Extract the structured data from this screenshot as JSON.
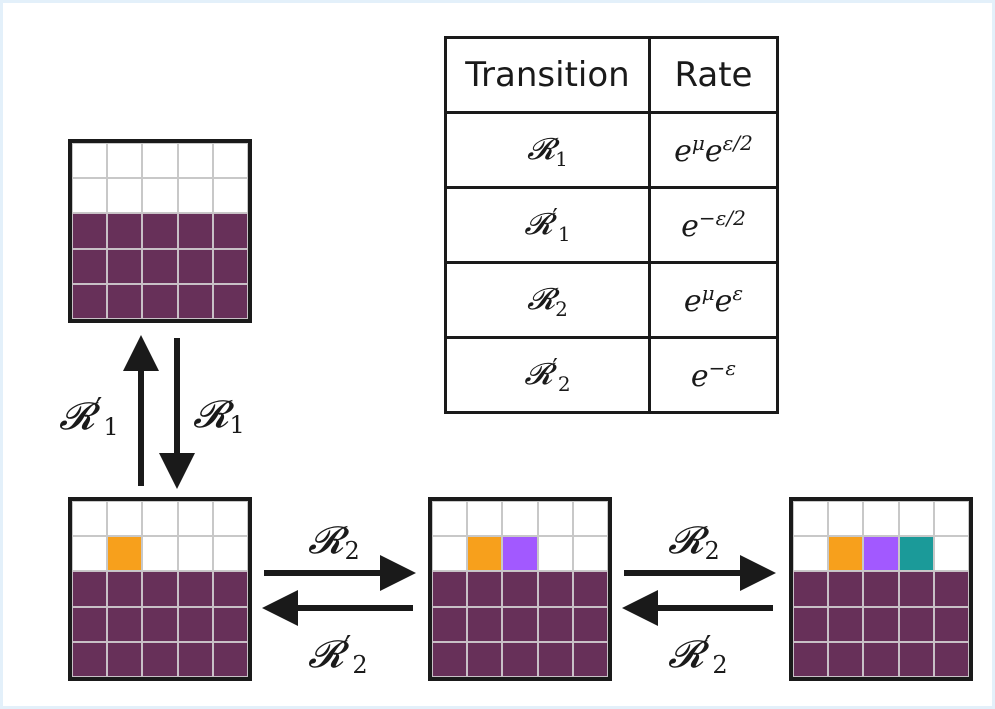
{
  "table": {
    "header_transition": "Transition",
    "header_rate": "Rate",
    "rows": [
      {
        "transition": "𝓡",
        "transition_sub": "1",
        "transition_prime": "",
        "rate_base": "e",
        "rate_exp": "μ",
        "rate_base2": "e",
        "rate_exp2": "ε/2"
      },
      {
        "transition": "𝓡",
        "transition_sub": "1",
        "transition_prime": "′",
        "rate_base": "e",
        "rate_exp": "−ε/2",
        "rate_base2": "",
        "rate_exp2": ""
      },
      {
        "transition": "𝓡",
        "transition_sub": "2",
        "transition_prime": "",
        "rate_base": "e",
        "rate_exp": "μ",
        "rate_base2": "e",
        "rate_exp2": "ε"
      },
      {
        "transition": "𝓡",
        "transition_sub": "2",
        "transition_prime": "′",
        "rate_base": "e",
        "rate_exp": "−ε",
        "rate_base2": "",
        "rate_exp2": ""
      }
    ]
  },
  "labels": {
    "r1_prime": {
      "sym": "𝓡",
      "sub": "1",
      "prime": "′"
    },
    "r1": {
      "sym": "𝓡",
      "sub": "1",
      "prime": ""
    },
    "r2_a": {
      "sym": "𝓡",
      "sub": "2",
      "prime": ""
    },
    "r2p_a": {
      "sym": "𝓡",
      "sub": "2",
      "prime": "′"
    },
    "r2_b": {
      "sym": "𝓡",
      "sub": "2",
      "prime": ""
    },
    "r2p_b": {
      "sym": "𝓡",
      "sub": "2",
      "prime": "′"
    }
  },
  "colors": {
    "filled": "#673059",
    "empty": "#ffffff",
    "orange": "#f7a01c",
    "purple": "#a259ff",
    "teal": "#1b9a99",
    "frame": "#e3f0fa",
    "stroke": "#1a1a1a"
  },
  "grids": [
    {
      "id": "top",
      "cells": [
        "e",
        "e",
        "e",
        "e",
        "e",
        "e",
        "e",
        "e",
        "e",
        "e",
        "f",
        "f",
        "f",
        "f",
        "f",
        "f",
        "f",
        "f",
        "f",
        "f",
        "f",
        "f",
        "f",
        "f",
        "f"
      ]
    },
    {
      "id": "bottom-1",
      "cells": [
        "e",
        "e",
        "e",
        "e",
        "e",
        "e",
        "orange",
        "e",
        "e",
        "e",
        "f",
        "f",
        "f",
        "f",
        "f",
        "f",
        "f",
        "f",
        "f",
        "f",
        "f",
        "f",
        "f",
        "f",
        "f"
      ]
    },
    {
      "id": "bottom-2",
      "cells": [
        "e",
        "e",
        "e",
        "e",
        "e",
        "e",
        "orange",
        "purple",
        "e",
        "e",
        "f",
        "f",
        "f",
        "f",
        "f",
        "f",
        "f",
        "f",
        "f",
        "f",
        "f",
        "f",
        "f",
        "f",
        "f"
      ]
    },
    {
      "id": "bottom-3",
      "cells": [
        "e",
        "e",
        "e",
        "e",
        "e",
        "e",
        "orange",
        "purple",
        "teal",
        "e",
        "f",
        "f",
        "f",
        "f",
        "f",
        "f",
        "f",
        "f",
        "f",
        "f",
        "f",
        "f",
        "f",
        "f",
        "f"
      ]
    }
  ]
}
